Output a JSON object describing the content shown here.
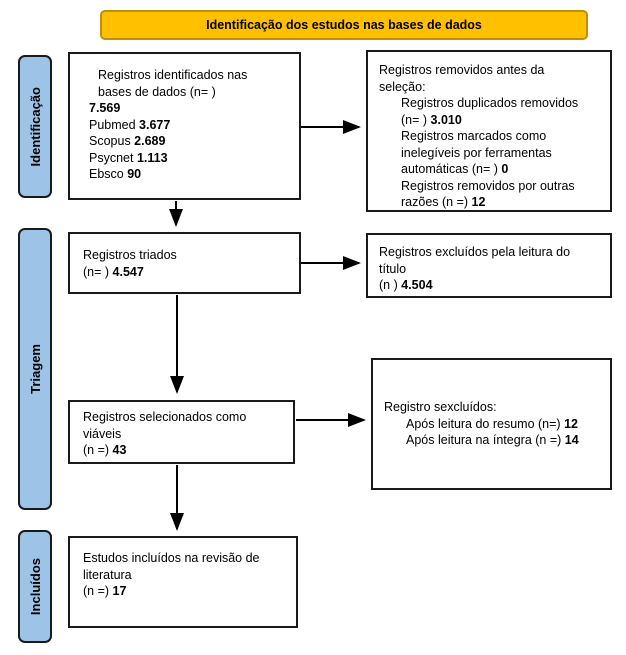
{
  "colors": {
    "banner_fill": "#FFC000",
    "banner_border": "#BF9000",
    "stage_fill": "#9DC3E6",
    "box_border": "#1A1A1A",
    "arrow": "#000000"
  },
  "banner": {
    "label": "Identificação dos estudos nas bases de dados"
  },
  "stages": [
    {
      "label": "Identificação"
    },
    {
      "label": "Triagem"
    },
    {
      "label": "Incluídos"
    }
  ],
  "boxes": {
    "identified": {
      "lines": [
        {
          "ind": 1,
          "seg": [
            {
              "t": "Registros identificados nas"
            }
          ]
        },
        {
          "ind": 1,
          "seg": [
            {
              "t": "bases de dados (n= )"
            }
          ]
        },
        {
          "ind": 0,
          "seg": [
            {
              "t": "7.569",
              "b": true
            }
          ]
        },
        {
          "ind": 0,
          "seg": [
            {
              "t": "Pubmed "
            },
            {
              "t": "3.677",
              "b": true
            }
          ]
        },
        {
          "ind": 0,
          "seg": [
            {
              "t": "Scopus "
            },
            {
              "t": "2.689",
              "b": true
            }
          ]
        },
        {
          "ind": 0,
          "seg": [
            {
              "t": "Psycnet "
            },
            {
              "t": "1.113",
              "b": true
            }
          ]
        },
        {
          "ind": 0,
          "seg": [
            {
              "t": "Ebsco "
            },
            {
              "t": "90",
              "b": true
            }
          ]
        }
      ]
    },
    "removed_before_selection": {
      "lines": [
        {
          "ind": 0,
          "seg": [
            {
              "t": "Registros removidos antes da"
            }
          ]
        },
        {
          "ind": 0,
          "seg": [
            {
              "t": "seleção:"
            }
          ]
        },
        {
          "ind": 2,
          "seg": [
            {
              "t": "Registros duplicados removidos"
            }
          ]
        },
        {
          "ind": 2,
          "seg": [
            {
              "t": "(n= ) "
            },
            {
              "t": "3.010",
              "b": true
            }
          ]
        },
        {
          "ind": 2,
          "seg": [
            {
              "t": "Registros marcados como"
            }
          ]
        },
        {
          "ind": 2,
          "seg": [
            {
              "t": "inelegíveis por ferramentas"
            }
          ]
        },
        {
          "ind": 2,
          "seg": [
            {
              "t": "automáticas (n= ) "
            },
            {
              "t": "0",
              "b": true
            }
          ]
        },
        {
          "ind": 2,
          "seg": [
            {
              "t": "Registros removidos por outras"
            }
          ]
        },
        {
          "ind": 2,
          "seg": [
            {
              "t": "razões (n =) "
            },
            {
              "t": "12",
              "b": true
            }
          ]
        }
      ]
    },
    "screened": {
      "lines": [
        {
          "ind": 0,
          "seg": [
            {
              "t": "Registros triados"
            }
          ]
        },
        {
          "ind": 0,
          "seg": [
            {
              "t": "(n= ) "
            },
            {
              "t": "4.547",
              "b": true
            }
          ]
        }
      ]
    },
    "excluded_by_title": {
      "lines": [
        {
          "ind": 0,
          "seg": [
            {
              "t": "Registros excluídos pela leitura do"
            }
          ]
        },
        {
          "ind": 0,
          "seg": [
            {
              "t": "título"
            }
          ]
        },
        {
          "ind": 0,
          "seg": [
            {
              "t": "(n )  "
            },
            {
              "t": "4.504",
              "b": true
            }
          ]
        }
      ]
    },
    "eligible": {
      "lines": [
        {
          "ind": 0,
          "seg": [
            {
              "t": "Registros selecionados como"
            }
          ]
        },
        {
          "ind": 0,
          "seg": [
            {
              "t": "viáveis"
            }
          ]
        },
        {
          "ind": 0,
          "seg": [
            {
              "t": "(n =) "
            },
            {
              "t": "43",
              "b": true
            }
          ]
        }
      ]
    },
    "excluded_after_reading": {
      "lines": [
        {
          "ind": 0,
          "seg": [
            {
              "t": "Registro sexcluídos:"
            }
          ]
        },
        {
          "ind": 2,
          "seg": [
            {
              "t": "Após leitura do resumo (n=) "
            },
            {
              "t": "12",
              "b": true
            }
          ]
        },
        {
          "ind": 2,
          "seg": [
            {
              "t": "Após leitura na íntegra (n =) "
            },
            {
              "t": "14",
              "b": true
            }
          ]
        }
      ]
    },
    "included": {
      "lines": [
        {
          "ind": 0,
          "seg": [
            {
              "t": "Estudos incluídos na revisão de"
            }
          ]
        },
        {
          "ind": 0,
          "seg": [
            {
              "t": "literatura"
            }
          ]
        },
        {
          "ind": 0,
          "seg": [
            {
              "t": "(n =) "
            },
            {
              "t": "17",
              "b": true
            }
          ]
        }
      ]
    }
  }
}
